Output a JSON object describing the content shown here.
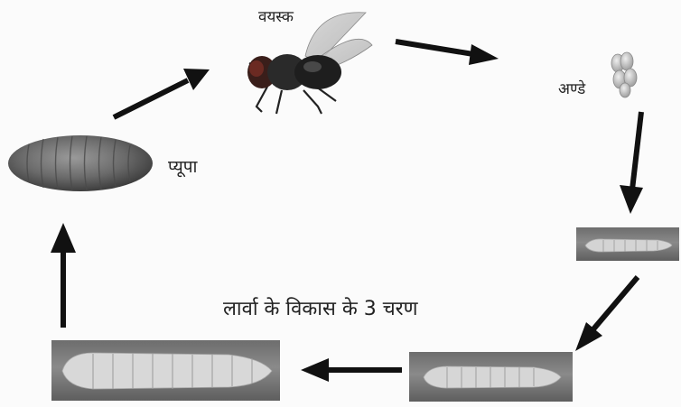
{
  "labels": {
    "adult": "वयस्क",
    "eggs": "अण्डे",
    "pupa": "प्यूपा",
    "larva_stages": "लार्वा के विकास के 3 चरण"
  },
  "colors": {
    "arrow": "#111111",
    "panel": "#777777",
    "pupa_body": "#6a6a6a",
    "fly_body": "#2a2a2a",
    "egg": "#c9c9c9"
  }
}
